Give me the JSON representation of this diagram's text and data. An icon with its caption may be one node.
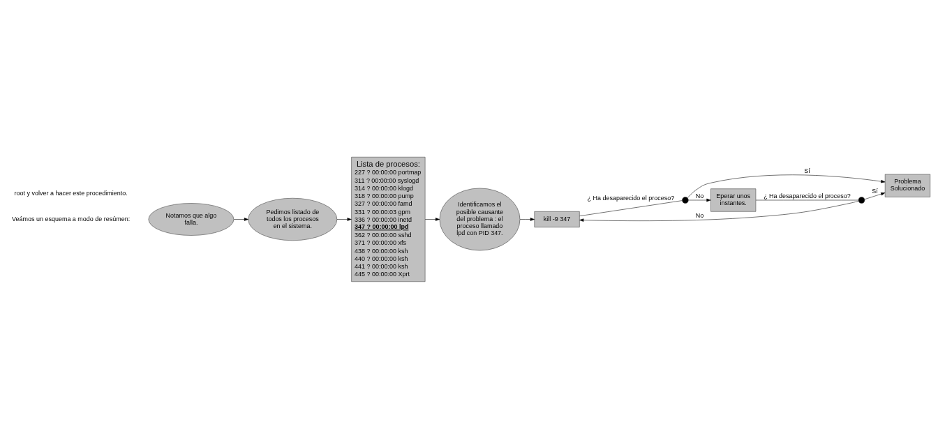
{
  "diagram": {
    "nodes": [
      {
        "text": [
          "Notamos que algo falla."
        ]
      },
      {
        "text": [
          "Pedimos listado de todos los procesos en el sistema."
        ]
      },
      {
        "text": [
          "Lista de procesos:",
          "227 ? 00:00:00 portmap",
          "311 ? 00:00:00 syslogd",
          "314 ? 00:00:00 klogd",
          "318 ? 00:00:00 pump",
          "327 ? 00:00:00 famd",
          "331 ? 00:00:03 gpm",
          "336 ? 00:00:00 inetd",
          "**347 ? 00:00:00 lpd**",
          "362 ? 00:00:00 sshd",
          "371 ? 00:00:00 xfs",
          "438 ? 00:00:00 ksh",
          "440 ? 00:00:00 ksh",
          "441 ? 00:00:00 ksh",
          "445 ? 00:00:00 Xprt"
        ]
      },
      {
        "text": [
          "Identificamos el posible causante del problema : el proceso llamado lpd con PID 347."
        ]
      },
      {
        "text": [
          "kill -9 347"
        ]
      },
      {
        "text": [],
        "shape": "circle"
      },
      {
        "text": [
          "Eperar unos instantes."
        ]
      },
      {
        "text": [
          "Problema Solucionado"
        ]
      },
      {
        "text": [],
        "shape": "circle"
      }
    ],
    "edges": [
      {
        "from": 0,
        "to": 1,
        "arrow": "to"
      },
      {
        "from": 1,
        "to": 2,
        "arrow": "to"
      },
      {
        "from": 2,
        "to": 3,
        "arrow": "to"
      },
      {
        "from": 3,
        "to": 4,
        "arrow": "to"
      },
      {
        "from": 4,
        "to": 5,
        "arrow": "none",
        "label": "¿ Ha desaparecido el proceso?"
      },
      {
        "from": 5,
        "to": 7,
        "arrow": "to",
        "label": "Sí"
      },
      {
        "from": 5,
        "to": 6,
        "arrow": "to",
        "label": "No"
      },
      {
        "from": 6,
        "to": 8,
        "arrow": "none",
        "label": "¿ Ha desaparecido el proceso?"
      },
      {
        "from": 8,
        "to": 7,
        "arrow": "to",
        "label": "Sí"
      },
      {
        "from": 8,
        "to": 4,
        "arrow": "to",
        "label": "No"
      }
    ],
    "labels": [
      "root y volver a hacer este procedimiento.",
      "Veámos un esquema a modo de resúmen:"
    ]
  }
}
